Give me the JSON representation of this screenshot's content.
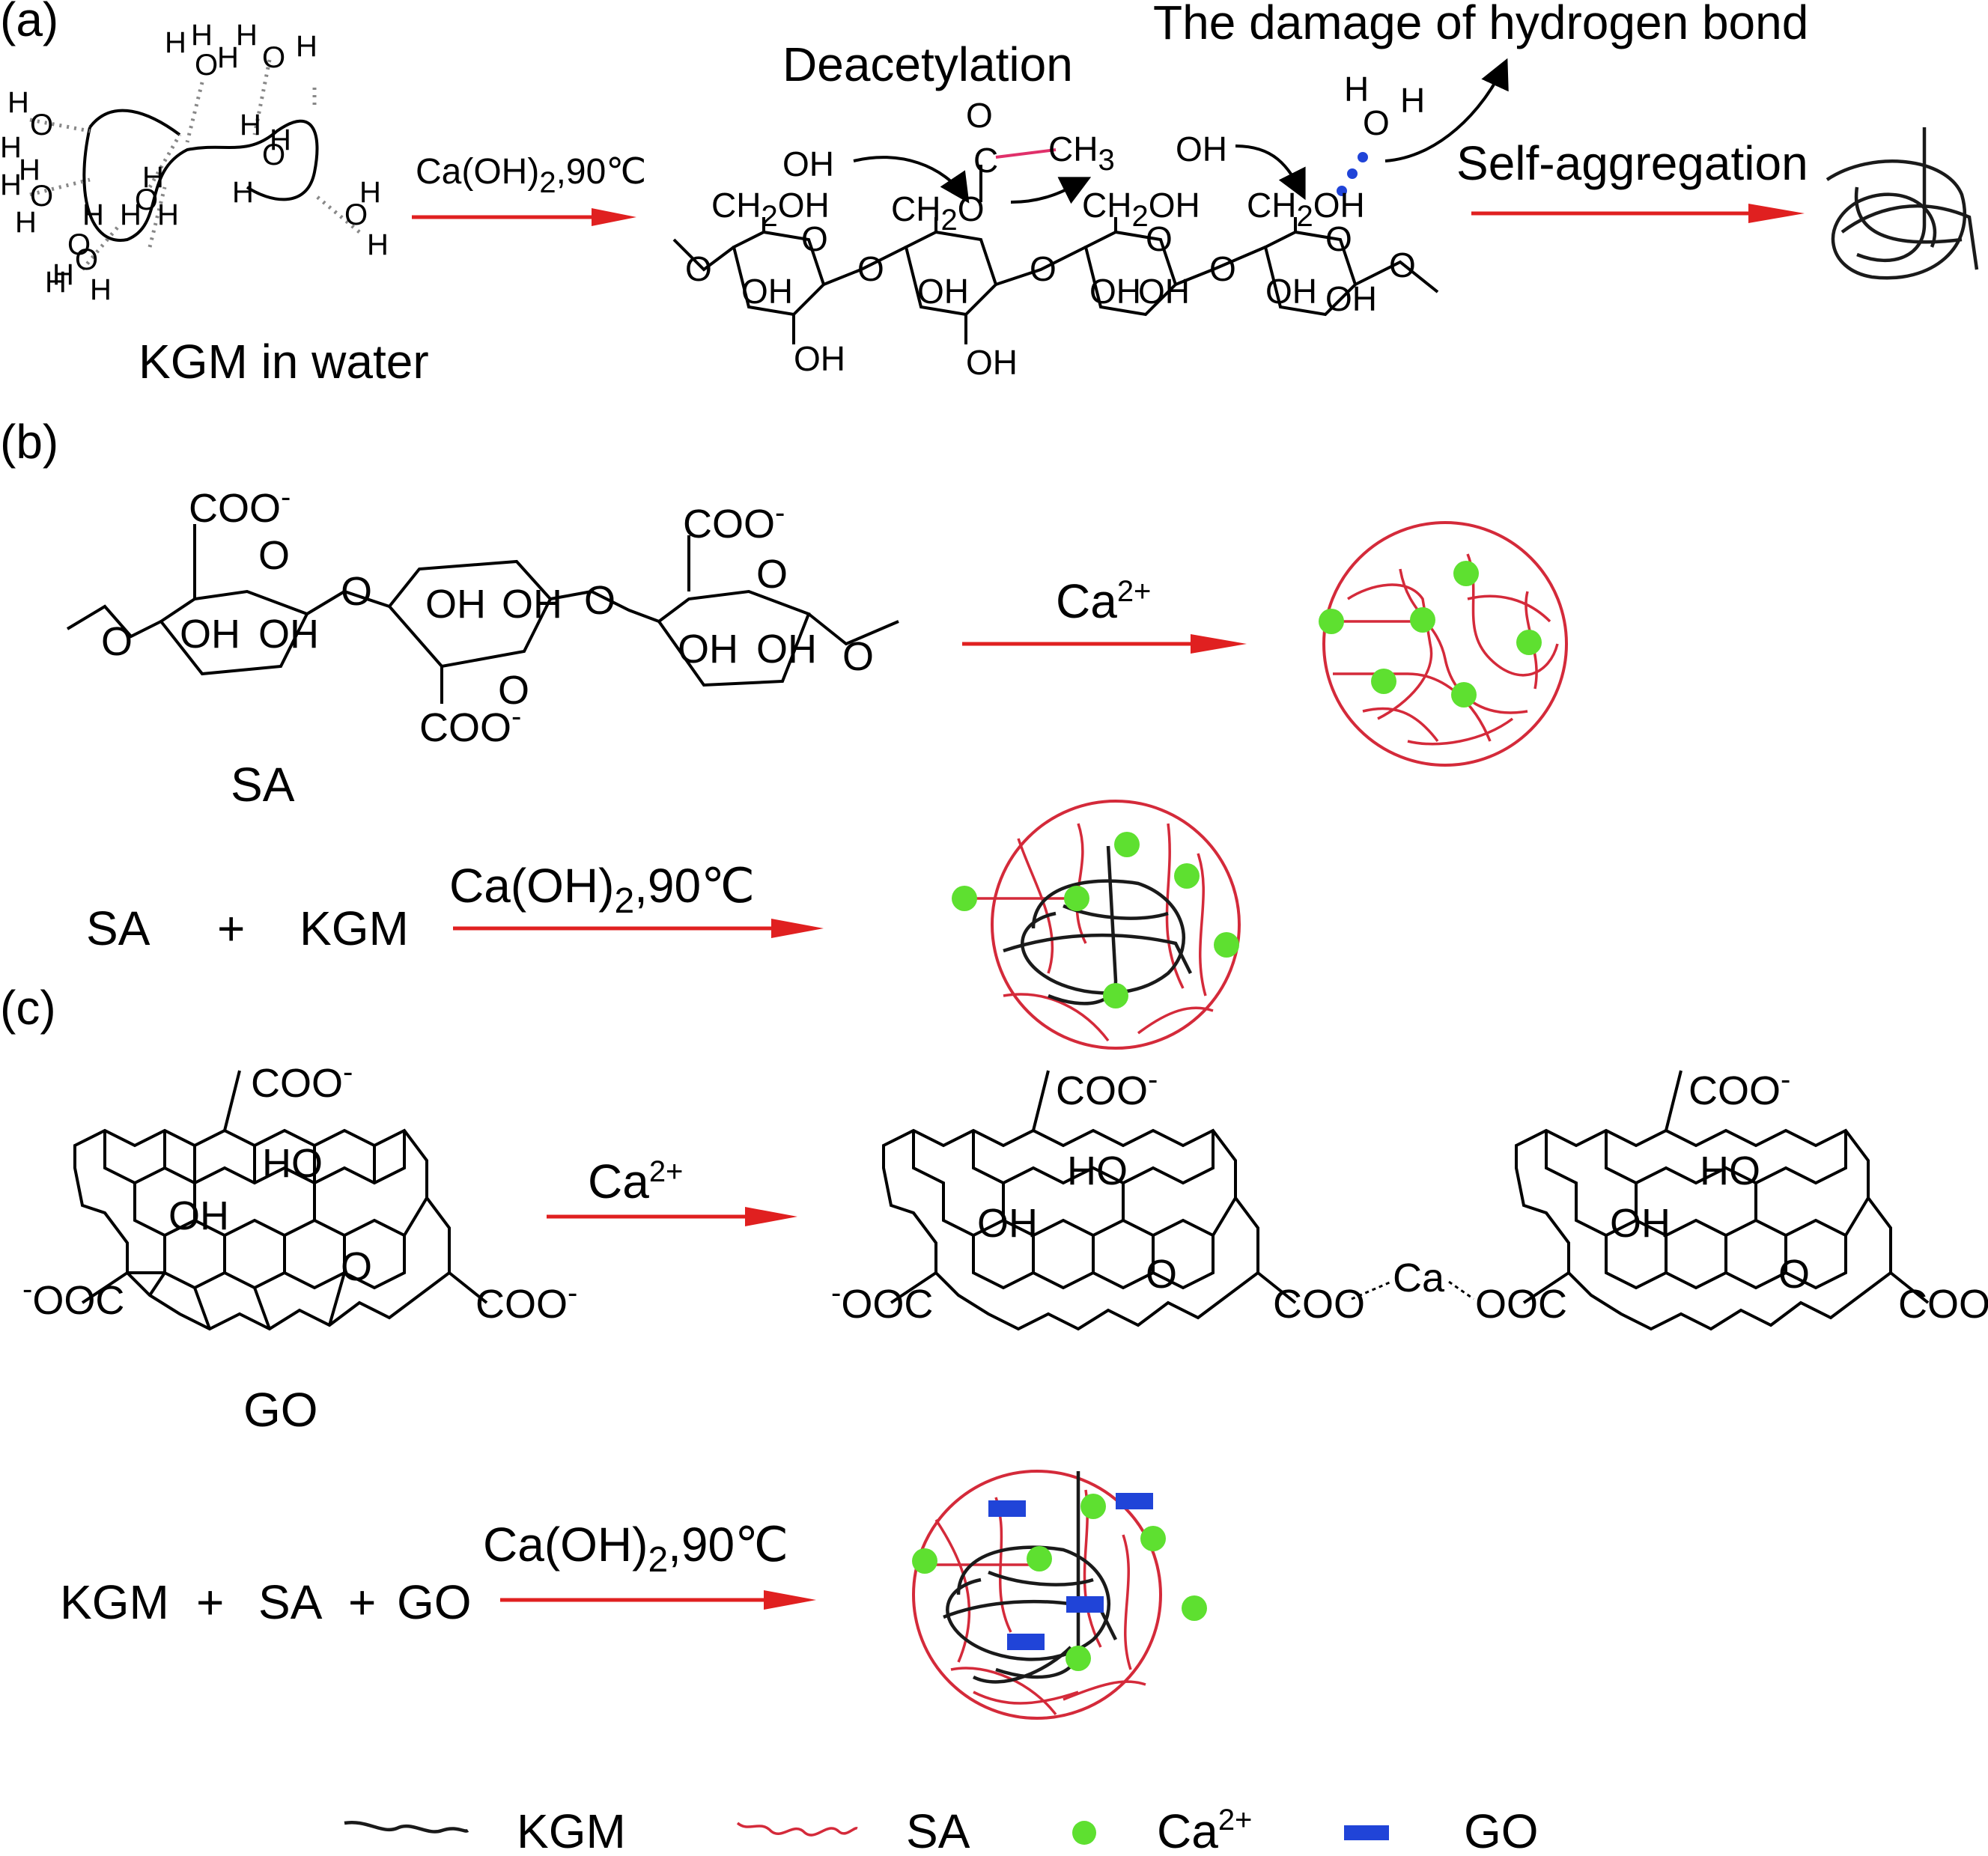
{
  "panels": {
    "a": {
      "label": "(a)",
      "kgm_in_water": "KGM in water",
      "reagent": "Ca(OH)",
      "reagent_sub": "2",
      "reagent_temp": ",90℃",
      "deacetylation": "Deacetylation",
      "damage": "The damage of hydrogen bond",
      "self_aggregation": "Self-aggregation",
      "groups": {
        "oh": "OH",
        "ch2oh_ch": "CH",
        "ch2oh_sub": "2",
        "ch2oh_oh": "OH",
        "ch2o_o": "O",
        "o": "O",
        "c": "C",
        "ch3": "CH",
        "ch3_sub": "3",
        "h": "H"
      }
    },
    "b": {
      "label": "(b)",
      "sa_name": "SA",
      "coo": "COO",
      "minus": "-",
      "ca": "Ca",
      "ca_charge": "2+",
      "oh": "OH",
      "o": "O",
      "eq": {
        "sa": "SA",
        "plus": "+",
        "kgm": "KGM"
      },
      "reagent": "Ca(OH)",
      "reagent_sub": "2",
      "reagent_temp": ",90℃"
    },
    "c": {
      "label": "(c)",
      "go_name": "GO",
      "coo": "COO",
      "ooc": "OOC",
      "minus": "-",
      "ho": "HO",
      "oh": "OH",
      "o": "O",
      "ca": "Ca",
      "ca_charge": "2+",
      "bridge_ca": "Ca",
      "eq": {
        "kgm": "KGM",
        "plus1": "+",
        "sa": "SA",
        "plus2": "+",
        "go": "GO"
      },
      "reagent": "Ca(OH)",
      "reagent_sub": "2",
      "reagent_temp": ",90℃"
    }
  },
  "legend": [
    {
      "key": "kgm",
      "label": "KGM",
      "color": "#1a1a1a"
    },
    {
      "key": "sa",
      "label": "SA",
      "color": "#d42a3a"
    },
    {
      "key": "ca",
      "label": "Ca",
      "sup": "2+",
      "color": "#5ee030"
    },
    {
      "key": "go",
      "label": "GO",
      "color": "#2044d8"
    }
  ],
  "colors": {
    "arrow": "#e02020",
    "sa_fiber": "#d42a3a",
    "kgm_fiber": "#1a1a1a",
    "calcium": "#5ee030",
    "go_sheet": "#2044d8",
    "acetyl_bond": "#e0306a"
  }
}
